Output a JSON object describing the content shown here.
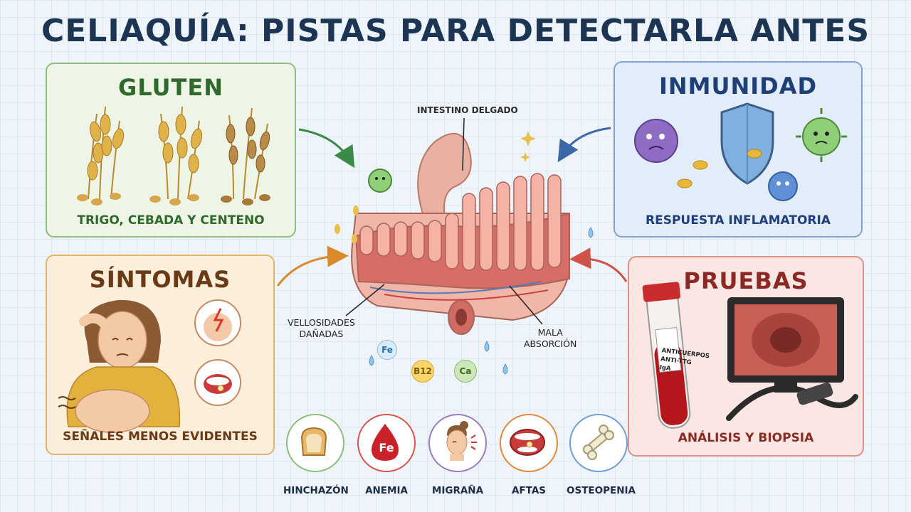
{
  "title": "CELIAQUÍA: PISTAS PARA DETECTARLA ANTES",
  "panels": {
    "gluten": {
      "title": "GLUTEN",
      "caption": "TRIGO, CEBADA Y CENTENO"
    },
    "inmunidad": {
      "title": "INMUNIDAD",
      "caption": "RESPUESTA INFLAMATORIA"
    },
    "sintomas": {
      "title": "SÍNTOMAS",
      "caption": "SEÑALES MENOS EVIDENTES"
    },
    "pruebas": {
      "title": "PRUEBAS",
      "caption": "ANÁLISIS Y BIOPSIA"
    }
  },
  "intestine": {
    "label": "INTESTINO DELGADO",
    "villi_label_line1": "VELLOSIDADES",
    "villi_label_line2": "DAÑADAS",
    "malabsorption_line1": "MALA",
    "malabsorption_line2": "ABSORCIÓN"
  },
  "nutrients": [
    "Fe",
    "B12",
    "Ca"
  ],
  "test_tube_label": [
    "ANTICUERPOS",
    "ANTI-TTG",
    "IgA"
  ],
  "symptoms": [
    {
      "label": "HINCHAZÓN",
      "icon": "bread-icon",
      "color": "#8cbf7a"
    },
    {
      "label": "ANEMIA",
      "icon": "blood-drop-fe-icon",
      "color": "#d9534f",
      "icon_text": "Fe"
    },
    {
      "label": "MIGRAÑA",
      "icon": "headache-face-icon",
      "color": "#9a7bc4"
    },
    {
      "label": "AFTAS",
      "icon": "mouth-ulcer-icon",
      "color": "#e08a3a"
    },
    {
      "label": "OSTEOPENIA",
      "icon": "bone-icon",
      "color": "#6f9fd3"
    }
  ],
  "colors": {
    "title": "#1c3552",
    "gluten": "#2f6a2c",
    "inmunidad": "#1f3f78",
    "sintomas": "#6a3a14",
    "pruebas": "#8b2a24",
    "intestine": "#e9a89a"
  }
}
